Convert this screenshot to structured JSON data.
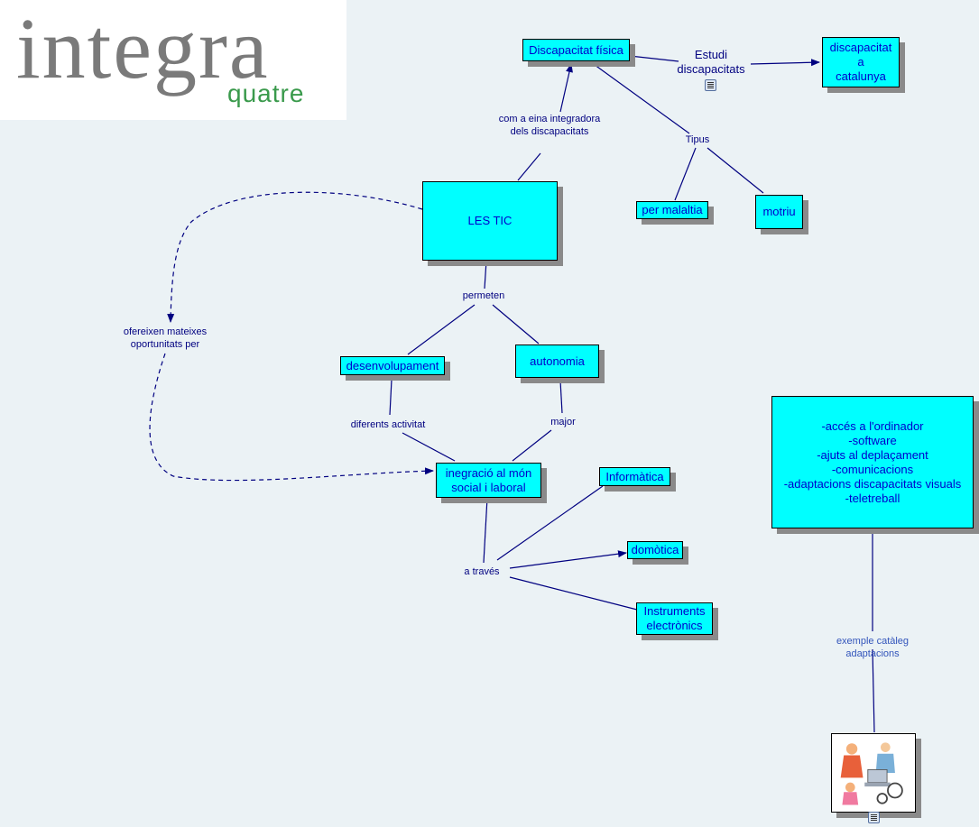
{
  "logo": {
    "main_text": "integra",
    "sub_text": "quatre"
  },
  "nodes": {
    "discapacitat_fisica": "Discapacitat física",
    "discapacitat_catalunya": "discapacitat\na\ncatalunya",
    "per_malaltia": "per malaltia",
    "motriu": "motriu",
    "les_tic": "LES TIC",
    "desenvolupament": "desenvolupament",
    "autonomia": "autonomia",
    "integracio": "inegració al món\nsocial i laboral",
    "informatica": "Informàtica",
    "domotica": "domòtica",
    "instruments": "Instruments\nelectrònics",
    "adaptacions": "-accés a l'ordinador\n-software\n-ajuts al deplaçament\n-comunicacions\n-adaptacions discapacitats visuals\n-teletreball"
  },
  "link_labels": {
    "estudi": "Estudi\ndiscapacitats",
    "com_a_eina": "com a eina  integradora\ndels discapacitats",
    "tipus": "Tipus",
    "ofereixen": "ofereixen mateixes\noportunitats per",
    "permeten": "permeten",
    "diferents": "diferents activitat",
    "major": "major",
    "a_traves": "a través",
    "exemple": "exemple catàleg adaptacions"
  },
  "icons": {
    "estudi_resource": "document-icon",
    "photo_resource": "document-icon"
  },
  "colors": {
    "background": "#ebf2f5",
    "node_fill": "#00ffff",
    "node_text": "#0000cc",
    "link": "#000080",
    "logo_gray": "#7a7a7a",
    "logo_green": "#3a9a4c"
  }
}
